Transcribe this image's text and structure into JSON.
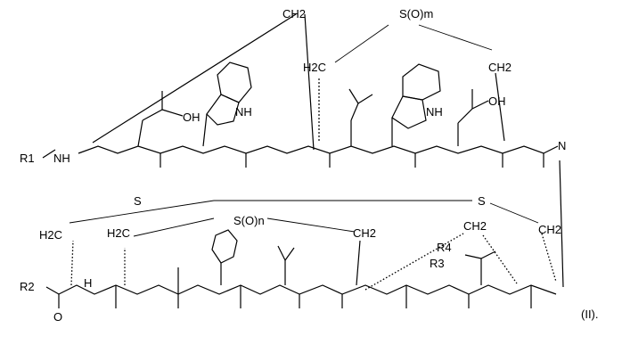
{
  "structure": {
    "atoms": {
      "ch2_top": "CH2",
      "s_om": "S(O)m",
      "h2c_top": "H2C",
      "ch2_topright": "CH2",
      "r1": "R1",
      "nh": "NH",
      "oh_1": "OH",
      "oh_2": "OH",
      "nh_indole_1": "NH",
      "nh_indole_2": "NH",
      "s_left": "S",
      "s_right": "S",
      "h2c_bl": "H2C",
      "h2c_bl2": "H2C",
      "s_on": "S(O)n",
      "ch2_bm": "CH2",
      "ch2_bdash": "CH2",
      "ch2_br": "CH2",
      "r4": "R4",
      "r3": "R3",
      "r2": "R2",
      "h": "H",
      "n": "N",
      "o": "O"
    }
  },
  "label": "(II)."
}
